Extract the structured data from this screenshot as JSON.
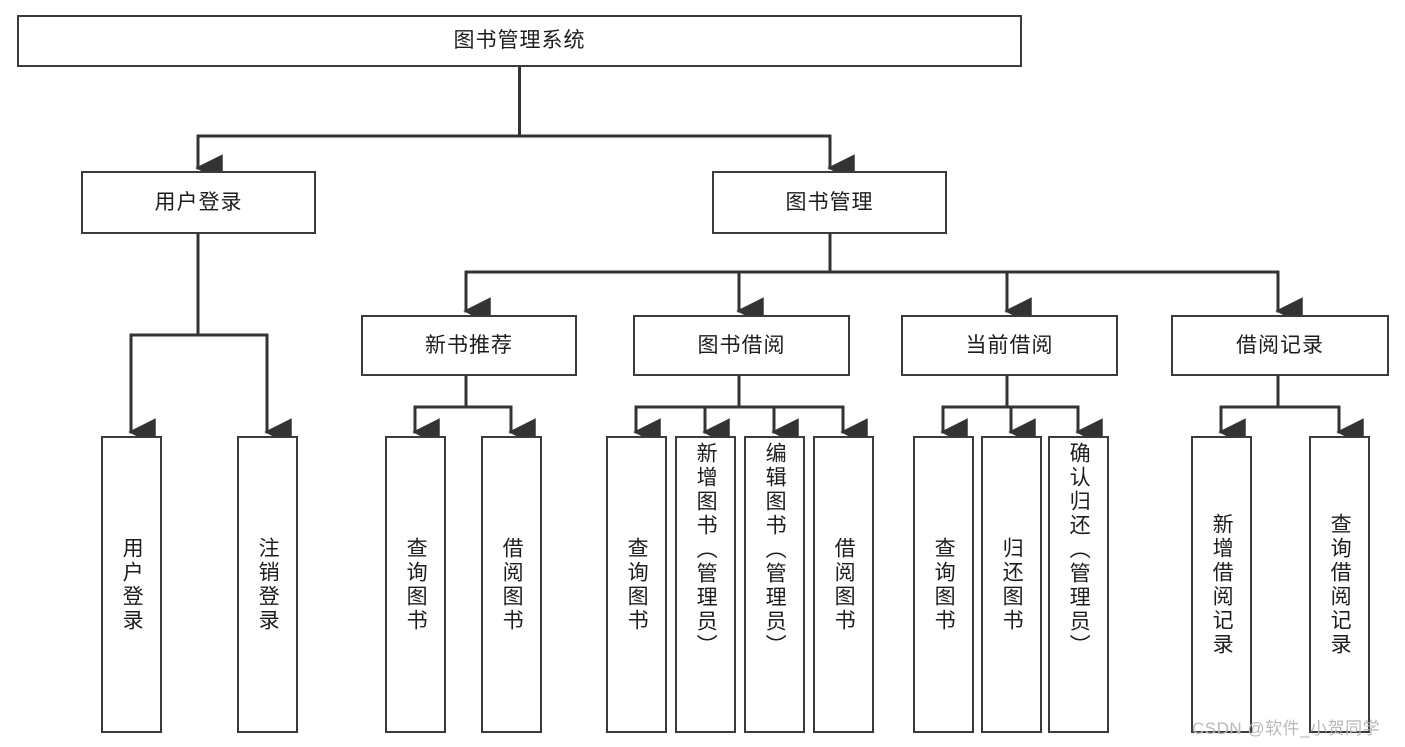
{
  "diagram": {
    "title": "图书管理系统",
    "type": "tree",
    "orientation": "top-down",
    "colors": {
      "box_border": "#3b3b3b",
      "box_fill": "#ffffff",
      "connector": "#333333",
      "text": "#1d1d1d",
      "watermark": "#b9b9b9",
      "background": "#ffffff"
    },
    "root": {
      "id": "root",
      "label": "图书管理系统"
    },
    "level1": [
      {
        "id": "user-login",
        "label": "用户登录"
      },
      {
        "id": "book-manage",
        "label": "图书管理"
      }
    ],
    "level2": [
      {
        "id": "new-book-rec",
        "label": "新书推荐",
        "parent": "book-manage"
      },
      {
        "id": "book-borrow",
        "label": "图书借阅",
        "parent": "book-manage"
      },
      {
        "id": "current-borrow",
        "label": "当前借阅",
        "parent": "book-manage"
      },
      {
        "id": "borrow-record",
        "label": "借阅记录",
        "parent": "book-manage"
      }
    ],
    "leaves": [
      {
        "id": "leaf-user-login",
        "label": "用户登录",
        "parent": "user-login"
      },
      {
        "id": "leaf-logout",
        "label": "注销登录",
        "parent": "user-login"
      },
      {
        "id": "leaf-query-book-1",
        "label": "查询图书",
        "parent": "new-book-rec"
      },
      {
        "id": "leaf-borrow-book-1",
        "label": "借阅图书",
        "parent": "new-book-rec"
      },
      {
        "id": "leaf-query-book-2",
        "label": "查询图书",
        "parent": "book-borrow"
      },
      {
        "id": "leaf-add-book",
        "label": "新增图书（管理员）",
        "parent": "book-borrow"
      },
      {
        "id": "leaf-edit-book",
        "label": "编辑图书（管理员）",
        "parent": "book-borrow"
      },
      {
        "id": "leaf-borrow-book-2",
        "label": "借阅图书",
        "parent": "book-borrow"
      },
      {
        "id": "leaf-query-book-3",
        "label": "查询图书",
        "parent": "current-borrow"
      },
      {
        "id": "leaf-return-book",
        "label": "归还图书",
        "parent": "current-borrow"
      },
      {
        "id": "leaf-confirm-return",
        "label": "确认归还（管理员）",
        "parent": "current-borrow"
      },
      {
        "id": "leaf-add-record",
        "label": "新增借阅记录",
        "parent": "borrow-record"
      },
      {
        "id": "leaf-query-record",
        "label": "查询借阅记录",
        "parent": "borrow-record"
      }
    ]
  },
  "watermark": {
    "text": "CSDN @软件_小贺同学"
  }
}
